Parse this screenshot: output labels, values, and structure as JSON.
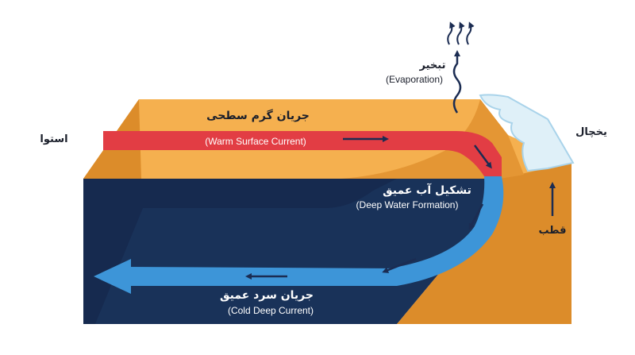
{
  "labels": {
    "evaporation_fa": "تبخیر",
    "evaporation_en": "(Evaporation)",
    "warm_current_fa": "جریان گرم سطحی",
    "warm_current_en": "(Warm Surface Current)",
    "equator_fa": "استوا",
    "glacier_fa": "یخچال",
    "deep_formation_fa": "تشکیل آب عمیق",
    "deep_formation_en": "(Deep Water Formation)",
    "cold_current_fa": "جریان سرد عمیق",
    "cold_current_en": "(Cold Deep Current)",
    "pole_fa": "قطب"
  },
  "colors": {
    "ocean_deep": "#162a4f",
    "ocean_shade": "#1e3863",
    "land_top": "#f5b04f",
    "land_side": "#dc8c2a",
    "warm_current": "#e23d44",
    "cold_current": "#3d95d8",
    "ice": "#dff0f8",
    "ice_edge": "#a9d3ea",
    "arrow": "#1b2c52",
    "text_dark": "#1b1f2b",
    "text_light": "#ffffff"
  },
  "icons": [
    "evaporation-wave-icon",
    "upward-arrow-icon",
    "direction-arrow-icon"
  ]
}
